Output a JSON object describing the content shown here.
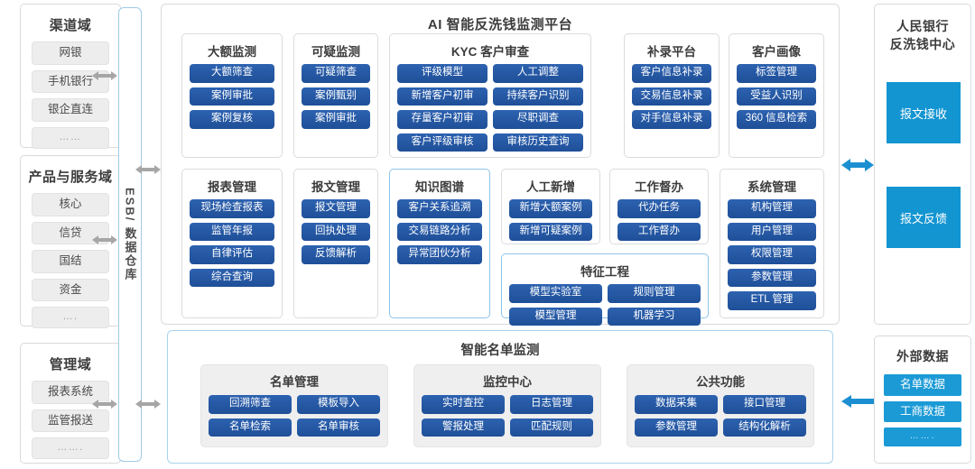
{
  "platform": {
    "title": "AI 智能反洗钱监测平台",
    "row1": [
      {
        "name": "大额监测",
        "cols": 1,
        "buttons": [
          "大额筛查",
          "案例审批",
          "案例复核"
        ]
      },
      {
        "name": "可疑监测",
        "cols": 1,
        "buttons": [
          "可疑筛查",
          "案例甄别",
          "案例审批"
        ]
      },
      {
        "name": "KYC 客户审查",
        "cols": 2,
        "buttons": [
          "评级模型",
          "人工调整",
          "新增客户初审",
          "持续客户识别",
          "存量客户初审",
          "尽职调查",
          "客户评级审核",
          "审核历史查询"
        ]
      },
      {
        "name": "补录平台",
        "cols": 1,
        "buttons": [
          "客户信息补录",
          "交易信息补录",
          "对手信息补录"
        ]
      },
      {
        "name": "客户画像",
        "cols": 1,
        "buttons": [
          "标签管理",
          "受益人识别",
          "360 信息检索"
        ]
      }
    ],
    "row2": [
      {
        "name": "报表管理",
        "cols": 1,
        "highlight": false,
        "buttons": [
          "现场检查报表",
          "监管年报",
          "自律评估",
          "综合查询"
        ]
      },
      {
        "name": "报文管理",
        "cols": 1,
        "highlight": false,
        "buttons": [
          "报文管理",
          "回执处理",
          "反馈解析"
        ]
      },
      {
        "name": "知识图谱",
        "cols": 1,
        "highlight": true,
        "buttons": [
          "客户关系追溯",
          "交易链路分析",
          "异常团伙分析"
        ]
      },
      {
        "name": "人工新增",
        "cols": 1,
        "highlight": false,
        "buttons": [
          "新增大额案例",
          "新增可疑案例"
        ]
      },
      {
        "name": "工作督办",
        "cols": 1,
        "highlight": false,
        "buttons": [
          "代办任务",
          "工作督办"
        ]
      },
      {
        "name": "系统管理",
        "cols": 1,
        "highlight": false,
        "buttons": [
          "机构管理",
          "用户管理",
          "权限管理",
          "参数管理",
          "ETL 管理"
        ]
      }
    ],
    "feature_engineering": {
      "name": "特征工程",
      "highlight": true,
      "buttons": [
        "模型实验室",
        "规则管理",
        "模型管理",
        "机器学习"
      ]
    }
  },
  "namelist": {
    "title": "智能名单监测",
    "cards": [
      {
        "name": "名单管理",
        "buttons": [
          "回溯筛查",
          "模板导入",
          "名单检索",
          "名单审核"
        ]
      },
      {
        "name": "监控中心",
        "buttons": [
          "实时查控",
          "日志管理",
          "警报处理",
          "匹配规则"
        ]
      },
      {
        "name": "公共功能",
        "buttons": [
          "数据采集",
          "接口管理",
          "参数管理",
          "结构化解析"
        ]
      }
    ]
  },
  "left_domains": [
    {
      "title": "渠道域",
      "items": [
        "网银",
        "手机银行",
        "银企直连",
        "……"
      ]
    },
    {
      "title": "产品与服务域",
      "items": [
        "核心",
        "信贷",
        "国结",
        "资金",
        "…."
      ]
    },
    {
      "title": "管理域",
      "items": [
        "报表系统",
        "监管报送",
        "……."
      ]
    }
  ],
  "esb": {
    "label": "ESB/ 数据仓库"
  },
  "pboc": {
    "title_line1": "人民银行",
    "title_line2": "反洗钱中心",
    "blocks": [
      "报文接收",
      "报文反馈"
    ]
  },
  "external": {
    "title": "外部数据",
    "items": [
      "名单数据",
      "工商数据",
      "……."
    ]
  },
  "colors": {
    "button_blue": "#2458a6",
    "cyan": "#1395d1",
    "arrow_blue": "#1b8fd1",
    "arrow_grey": "#a6a6a6",
    "highlight_border": "#8ec5e8"
  }
}
